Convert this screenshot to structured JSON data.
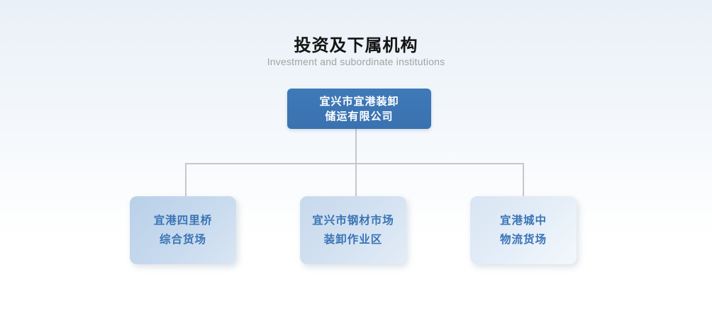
{
  "page": {
    "title": "投资及下属机构",
    "subtitle": "Investment and subordinate institutions"
  },
  "colors": {
    "title_text": "#141414",
    "subtitle_text": "#a3a3a3",
    "root_box_bg": "#3a73b2",
    "root_box_text": "#ffffff",
    "child_box_text": "#3a74b5",
    "child_box_bg_1": "#c3d6ea",
    "child_box_bg_2": "#d2e0f0",
    "child_box_bg_3": "#e2ebf6",
    "connector_line": "#c5c7c9"
  },
  "org_chart": {
    "root": {
      "name": "宜兴市宜港装卸储运有限公司",
      "lines": [
        "宜兴市宜港装卸",
        "储运有限公司"
      ]
    },
    "children": [
      {
        "name": "宜港四里桥综合货场",
        "lines": [
          "宜港四里桥",
          "综合货场"
        ]
      },
      {
        "name": "宜兴市钢材市场装卸作业区",
        "lines": [
          "宜兴市钢材市场",
          "装卸作业区"
        ]
      },
      {
        "name": "宜港城中物流货场",
        "lines": [
          "宜港城中",
          "物流货场"
        ]
      }
    ]
  }
}
